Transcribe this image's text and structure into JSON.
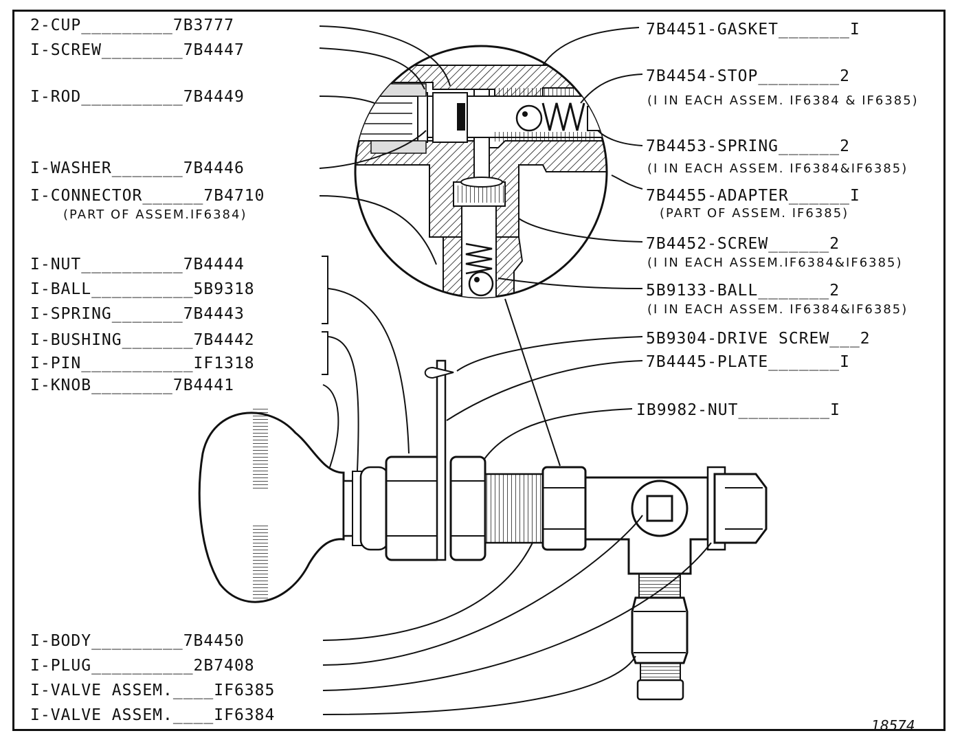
{
  "labels_left": [
    "2-CUP_________7B3777",
    "I-SCREW________7B4447",
    "I-ROD__________7B4449",
    "I-WASHER_______7B4446",
    "I-CONNECTOR______7B4710",
    "I-NUT__________7B4444",
    "I-BALL__________5B9318",
    "I-SPRING_______7B4443",
    "I-BUSHING_______7B4442",
    "I-PIN___________IF1318",
    "I-KNOB________7B4441",
    "I-BODY_________7B4450",
    "I-PLUG__________2B7408",
    "I-VALVE ASSEM.____IF6385",
    "I-VALVE ASSEM.____IF6384"
  ],
  "notes_left": [
    "(PART OF ASSEM.IF6384)"
  ],
  "labels_right": [
    "7B4451-GASKET_______I",
    "7B4454-STOP________2",
    "7B4453-SPRING______2",
    "7B4455-ADAPTER______I",
    "7B4452-SCREW______2",
    "5B9133-BALL_______2",
    "5B9304-DRIVE SCREW___2",
    "7B4445-PLATE_______I",
    "IB9982-NUT_________I"
  ],
  "notes_right": [
    "(I IN EACH ASSEM. IF6384 & IF6385)",
    "(I IN EACH ASSEM. IF6384&IF6385)",
    "(PART OF ASSEM. IF6385)",
    "(I IN EACH ASSEM.IF6384&IF6385)",
    "(I IN EACH ASSEM. IF6384&IF6385)"
  ],
  "figure_number": "18574"
}
